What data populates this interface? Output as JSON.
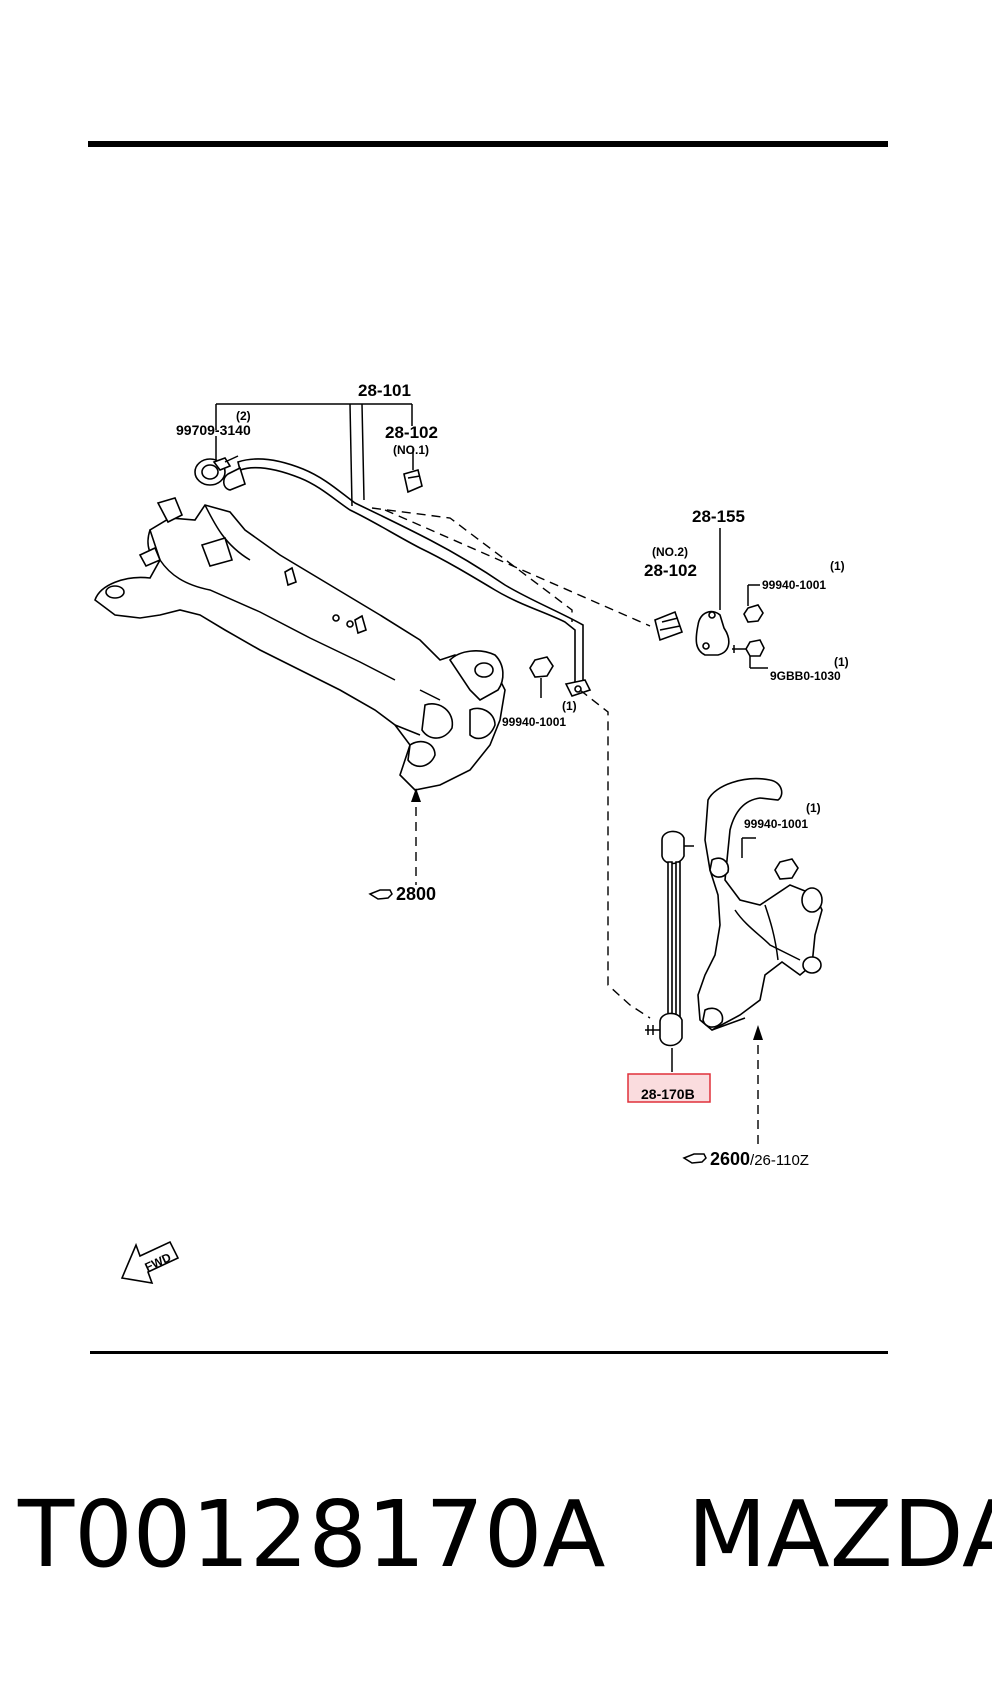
{
  "labels": {
    "l28_101": "28-101",
    "l2": "(2)",
    "l99709_3140": "99709-3140",
    "l28_102_a": "28-102",
    "lno1": "(NO.1)",
    "l28_155": "28-155",
    "lno2": "(NO.2)",
    "l28_102_b": "28-102",
    "l1_a": "(1)",
    "l99940_1001_a": "99940-1001",
    "l1_b": "(1)",
    "l9gbb0_1030": "9GBB0-1030",
    "l1_c": "(1)",
    "l99940_1001_b": "99940-1001",
    "l1_d": "(1)",
    "l99940_1001_c": "99940-1001",
    "l2800": "2800",
    "l28_170b": "28-170B",
    "l2600": "2600",
    "l26_110z": "/26-110Z",
    "fwd": "FWD"
  },
  "caption": {
    "part_number": "T00128170A",
    "brand": "MAZDA"
  },
  "colors": {
    "highlight_stroke": "#e0303a",
    "highlight_fill": "#f7c9cc"
  }
}
